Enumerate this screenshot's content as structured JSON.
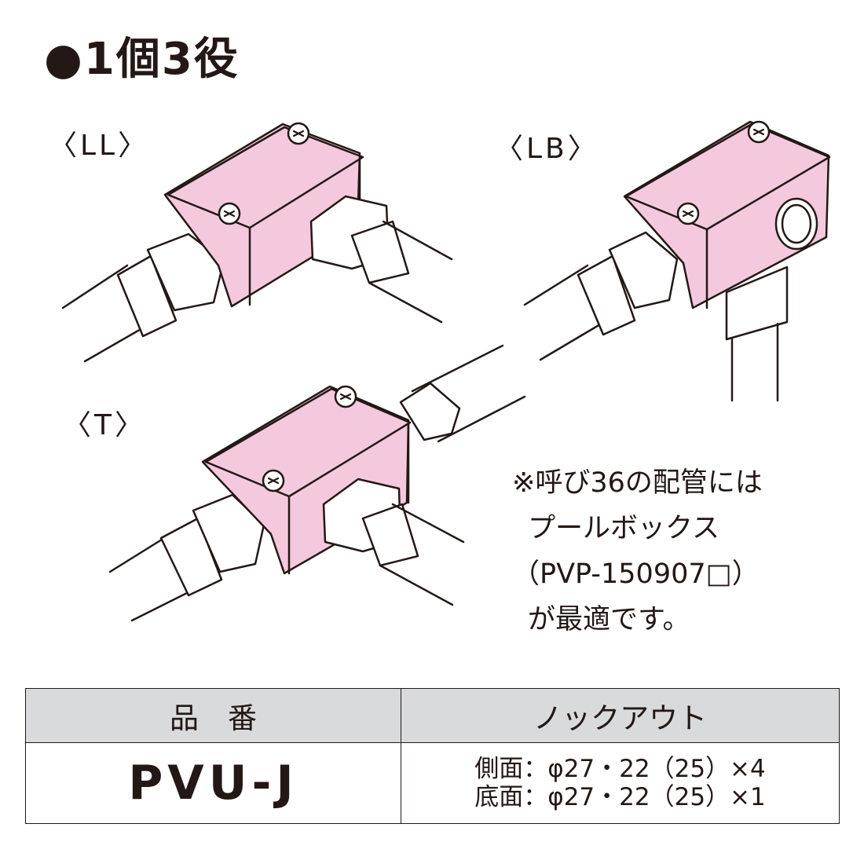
{
  "title": "●1個3役",
  "labels": {
    "ll": "〈LL〉",
    "lb": "〈LB〉",
    "t": "〈T〉"
  },
  "note": [
    "※呼び36の配管には",
    "プールボックス",
    "（PVP-150907□）",
    "が最適です。"
  ],
  "table": {
    "headers": [
      "品　番",
      "ノックアウト"
    ],
    "part_number": "PVU-J",
    "knockouts": [
      "側面：φ27・22（25）×4",
      "底面：φ27・22（25）×1"
    ]
  },
  "colors": {
    "box": "#f4c9dd",
    "line": "#231815",
    "header_bg": "#d9dadb"
  },
  "icons": [
    "screw-icon",
    "nut-icon",
    "conduit-pipe-icon",
    "knockout-hole-icon"
  ]
}
